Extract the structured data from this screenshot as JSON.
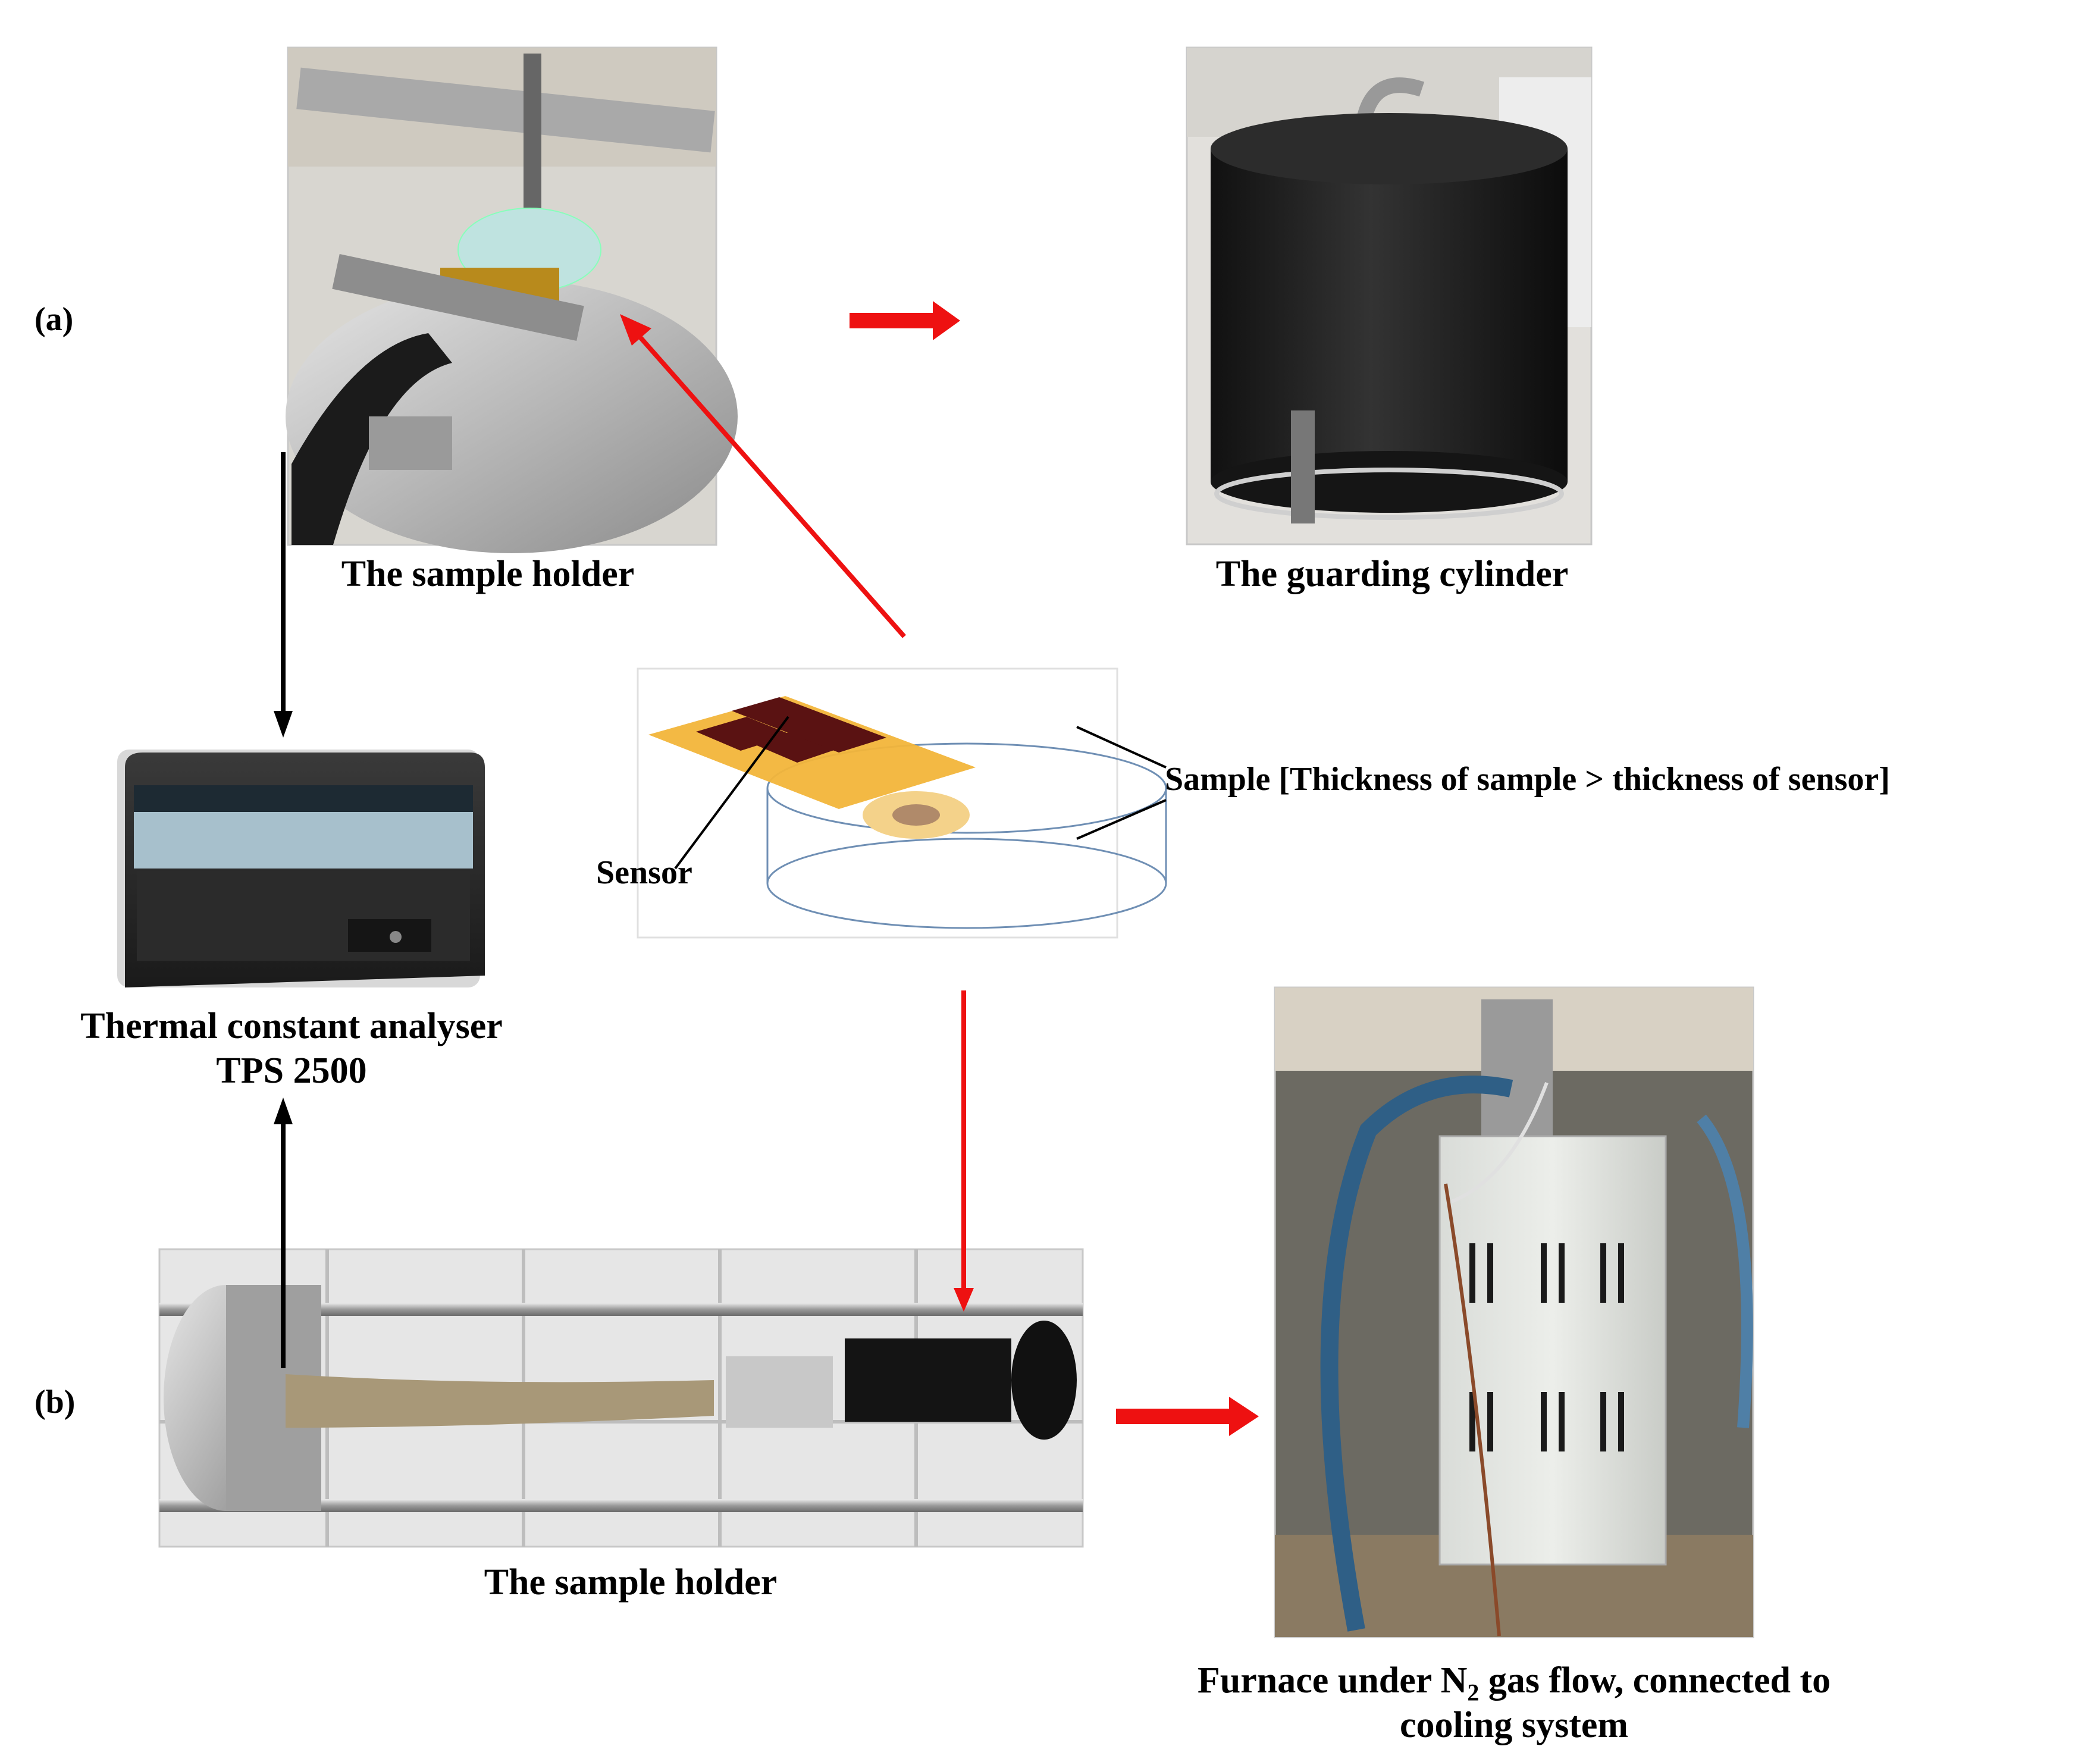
{
  "panels": {
    "a": "(a)",
    "b": "(b)"
  },
  "captions": {
    "sample_holder_a": "The sample holder",
    "guarding_cylinder": "The guarding cylinder",
    "analyser_line1": "Thermal constant analyser",
    "analyser_line2": "TPS 2500",
    "sample_holder_b": "The sample holder",
    "furnace_line1_pre": "Furnace under N",
    "furnace_line1_sub": "2",
    "furnace_line1_post": " gas flow, connected to",
    "furnace_line2": "cooling system"
  },
  "diagram": {
    "sensor_label": "Sensor",
    "sample_label": "Sample  [Thickness of sample > thickness of sensor]"
  },
  "colors": {
    "red_arrow": "#ee1111",
    "black_arrow": "#000000",
    "sensor_gold": "#f2b53a",
    "sensor_dark": "#5a1212",
    "cylinder_line": "#6f8fb4"
  },
  "icons": [
    "arrow-right-icon",
    "arrow-down-icon",
    "arrow-up-icon"
  ]
}
